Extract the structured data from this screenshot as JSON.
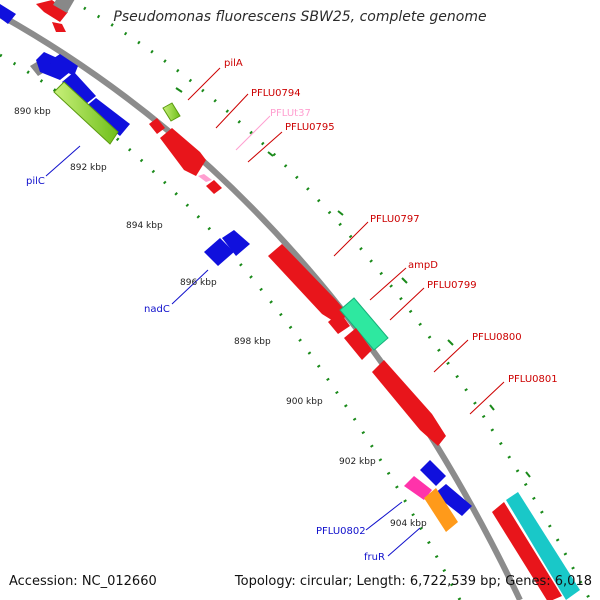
{
  "title": "Pseudomonas fluorescens SBW25, complete genome",
  "accession_label": "Accession: NC_012660",
  "summary": {
    "topology": "Topology: circular;",
    "length": "Length: 6,722,539 bp;",
    "genes": "Genes: 6,018"
  },
  "colors": {
    "backbone": "#8c8c8c",
    "tick_dots": "#1a8a1a",
    "strand_plus": "#e8151b",
    "strand_minus": "#1010dd",
    "rRNA_pink": "#ff9fd0",
    "cyan_feature": "#19c8c8",
    "teal_feature": "#2ee8a0",
    "lime_feature": "#9adf2f",
    "orange_feature": "#ff9a1a",
    "magenta_feature": "#ff33aa",
    "grey_feature": "#888888"
  },
  "kbp_labels": [
    "890 kbp",
    "892 kbp",
    "894 kbp",
    "896 kbp",
    "898 kbp",
    "900 kbp",
    "902 kbp",
    "904 kbp"
  ],
  "gene_labels": [
    {
      "text": "pilA",
      "color": "#cc0000"
    },
    {
      "text": "PFLU0794",
      "color": "#cc0000"
    },
    {
      "text": "PFLUt37",
      "color": "#ff9fd0"
    },
    {
      "text": "PFLU0795",
      "color": "#cc0000"
    },
    {
      "text": "PFLU0797",
      "color": "#cc0000"
    },
    {
      "text": "ampD",
      "color": "#cc0000"
    },
    {
      "text": "PFLU0799",
      "color": "#cc0000"
    },
    {
      "text": "PFLU0800",
      "color": "#cc0000"
    },
    {
      "text": "PFLU0801",
      "color": "#cc0000"
    },
    {
      "text": "pilC",
      "color": "#1010cc"
    },
    {
      "text": "nadC",
      "color": "#1010cc"
    },
    {
      "text": "PFLU0802",
      "color": "#1010cc"
    },
    {
      "text": "fruR",
      "color": "#1010cc"
    }
  ]
}
